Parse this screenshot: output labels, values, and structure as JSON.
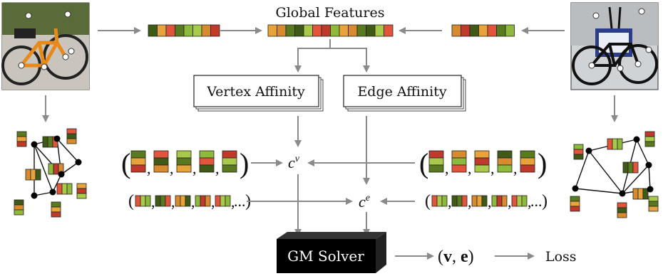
{
  "labels": {
    "global_features": "Global Features",
    "vertex_affinity": "Vertex Affinity",
    "edge_affinity": "Edge Affinity",
    "cv_base": "c",
    "cv_sup": "v",
    "ce_base": "c",
    "ce_sup": "e",
    "solver": "GM Solver",
    "output_open": "(",
    "output_v": "v",
    "output_sep": ", ",
    "output_e": "e",
    "output_close": ")",
    "loss": "Loss",
    "ellipsis": "..."
  },
  "images": {
    "left_photo": "orange-bicycle-photo",
    "right_photo": "black-bicycle-photo"
  },
  "colors": {
    "arrow": "#8a8a8a",
    "solver_bg": "#000000",
    "solver_text": "#ffffff",
    "feature_palette": [
      "#5a7a1f",
      "#8dba3a",
      "#e8a33b",
      "#e2553a",
      "#c0392b",
      "#3f5a16",
      "#a9c94a",
      "#d88a2e"
    ]
  }
}
